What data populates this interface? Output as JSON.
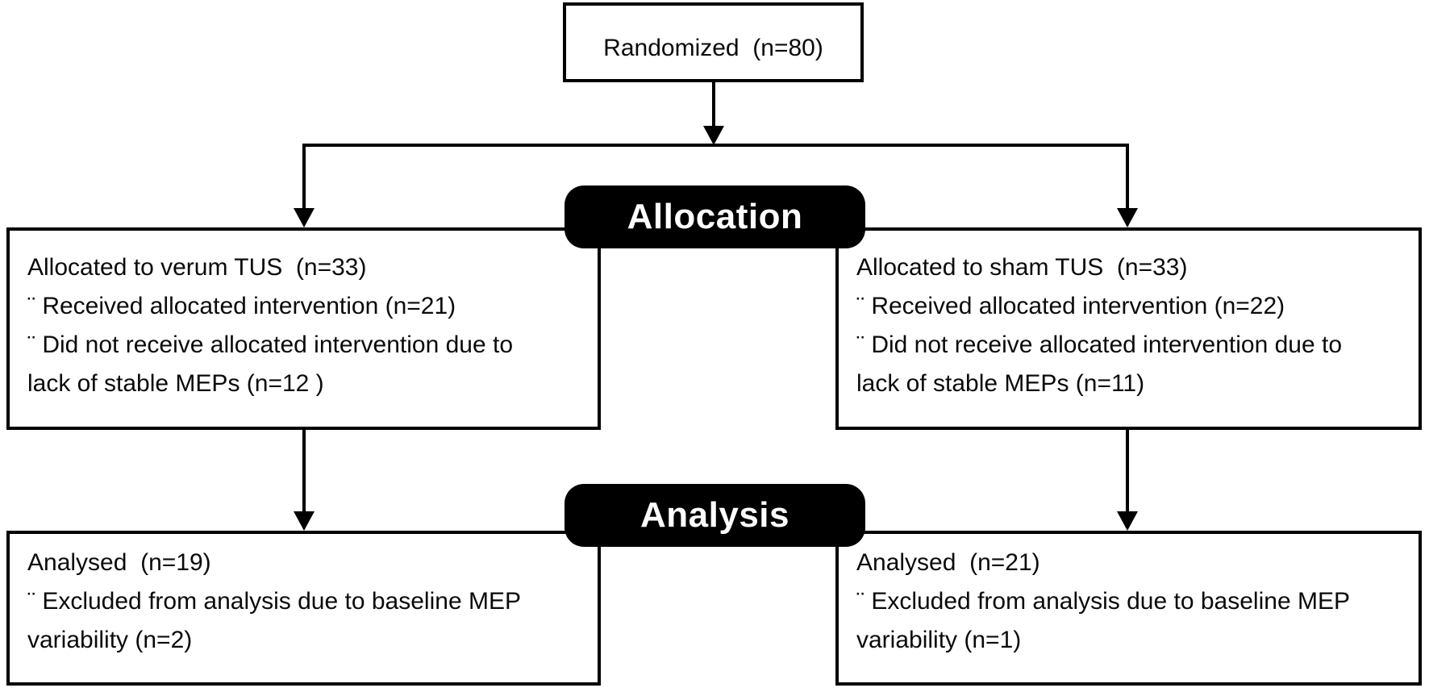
{
  "diagram": {
    "title": "CONSORT participant flow diagram",
    "randomized": {
      "label": "Randomized  (n=80)"
    },
    "stages": {
      "allocation": "Allocation",
      "analysis": "Analysis"
    },
    "bullet_glyph": "¨",
    "allocation_left": {
      "lines": {
        "0": "Allocated to verum TUS  (n=33)",
        "1": "¨ Received allocated intervention (n=21)",
        "2": "¨ Did not receive allocated intervention due to",
        "3": "lack of stable MEPs (n=12 )"
      }
    },
    "allocation_right": {
      "lines": {
        "0": "Allocated to sham TUS  (n=33)",
        "1": "¨ Received allocated intervention (n=22)",
        "2": "¨ Did not receive allocated intervention due to",
        "3": "lack of stable MEPs (n=11)"
      }
    },
    "analysis_left": {
      "lines": {
        "0": "Analysed  (n=19)",
        "1": "¨ Excluded from analysis due to baseline MEP",
        "2": "variability (n=2)"
      }
    },
    "analysis_right": {
      "lines": {
        "0": "Analysed  (n=21)",
        "1": "¨ Excluded from analysis due to baseline MEP",
        "2": "variability (n=1)"
      }
    },
    "colors": {
      "badge_background": "#000000",
      "badge_text": "#ffffff",
      "box_border": "#000000",
      "line": "#000000",
      "background": "#ffffff"
    }
  }
}
